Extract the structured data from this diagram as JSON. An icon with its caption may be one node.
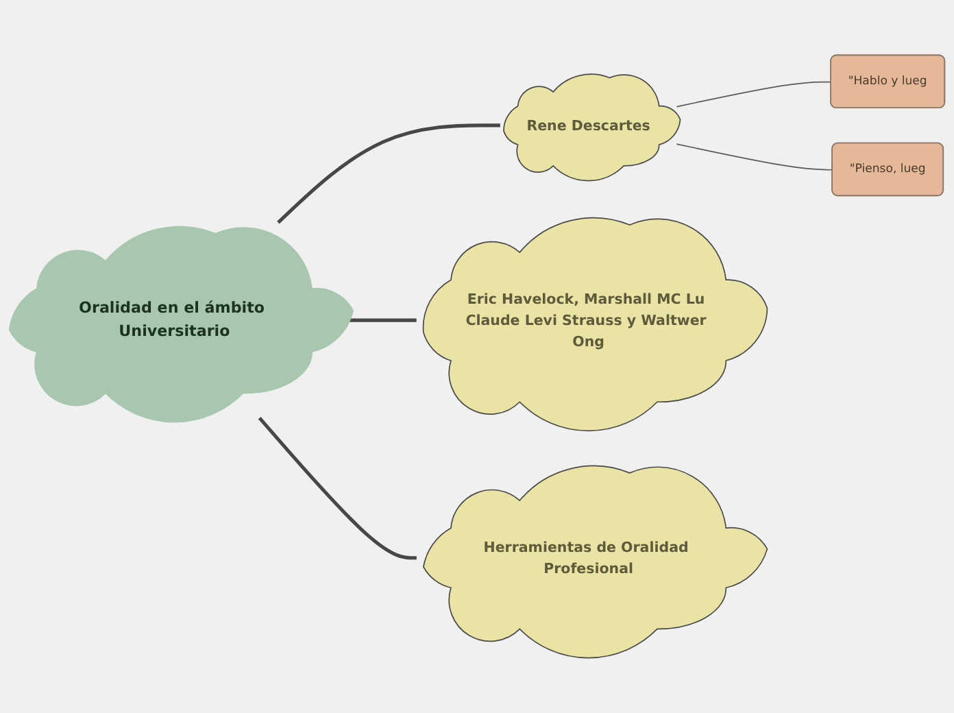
{
  "diagram": {
    "nodes": [
      {
        "text": [
          "Oralidad en el ámbito Universitario"
        ]
      },
      {
        "text": [
          "Rene Descartes"
        ]
      },
      {
        "text": [
          "\"Hablo y lueg"
        ]
      },
      {
        "text": [
          "\"Pienso, lueg"
        ]
      },
      {
        "text": [
          "Eric Havelock, Marshall MC Lu Claude Levi Strauss y Waltwer Ong"
        ]
      },
      {
        "text": [
          "Herramientas de Oralidad Profesional"
        ]
      }
    ],
    "edges": [
      {
        "from": 0,
        "to": 1,
        "arrow": "none"
      },
      {
        "from": 1,
        "to": 2,
        "arrow": "none"
      },
      {
        "from": 1,
        "to": 3,
        "arrow": "none"
      },
      {
        "from": 0,
        "to": 4,
        "arrow": "none"
      },
      {
        "from": 0,
        "to": 5,
        "arrow": "none"
      }
    ]
  }
}
